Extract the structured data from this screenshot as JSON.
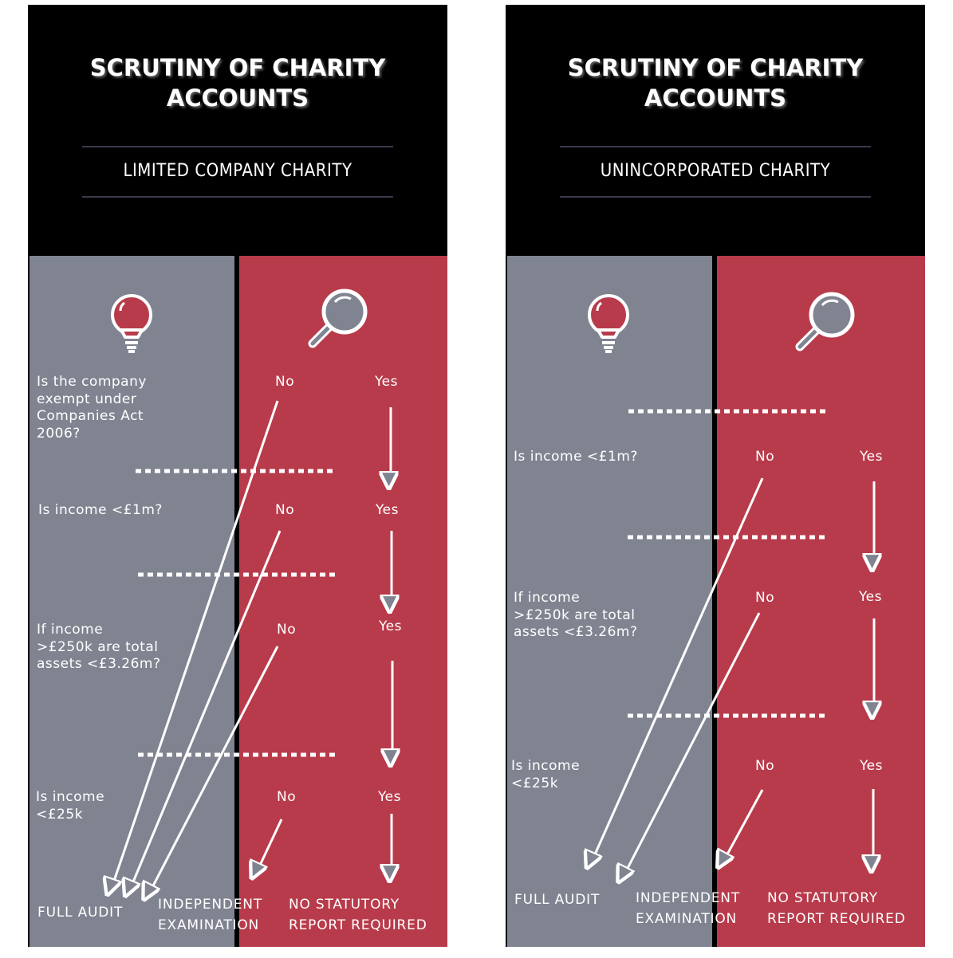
{
  "colors": {
    "header_bg": "#000000",
    "question_column": "#808491",
    "answer_column": "#b83b4b",
    "text": "#ffffff",
    "icon_accent": "#b83b4b"
  },
  "icons": [
    "lightbulb-icon",
    "magnifying-glass-icon"
  ],
  "panels": [
    {
      "title": "SCRUTINY OF CHARITY\nACCOUNTS",
      "subtitle": "LIMITED COMPANY CHARITY",
      "questions": [
        {
          "text": "Is the company\nexempt under\nCompanies Act\n2006?",
          "no": "No",
          "yes": "Yes"
        },
        {
          "text": "Is income <£1m?",
          "no": "No",
          "yes": "Yes"
        },
        {
          "text": "If income\n>£250k are total\nassets <£3.26m?",
          "no": "No",
          "yes": "Yes"
        },
        {
          "text": "Is income\n<£25k",
          "no": "No",
          "yes": "Yes"
        }
      ],
      "outcomes": [
        "FULL AUDIT",
        "INDEPENDENT\nEXAMINATION",
        "NO STATUTORY\nREPORT REQUIRED"
      ]
    },
    {
      "title": "SCRUTINY OF CHARITY\nACCOUNTS",
      "subtitle": "UNINCORPORATED CHARITY",
      "questions": [
        {
          "text": "Is income <£1m?",
          "no": "No",
          "yes": "Yes"
        },
        {
          "text": "If income\n>£250k are total\nassets <£3.26m?",
          "no": "No",
          "yes": "Yes"
        },
        {
          "text": "Is income\n<£25k",
          "no": "No",
          "yes": "Yes"
        }
      ],
      "outcomes": [
        "FULL AUDIT",
        "INDEPENDENT\nEXAMINATION",
        "NO STATUTORY\nREPORT REQUIRED"
      ]
    }
  ]
}
